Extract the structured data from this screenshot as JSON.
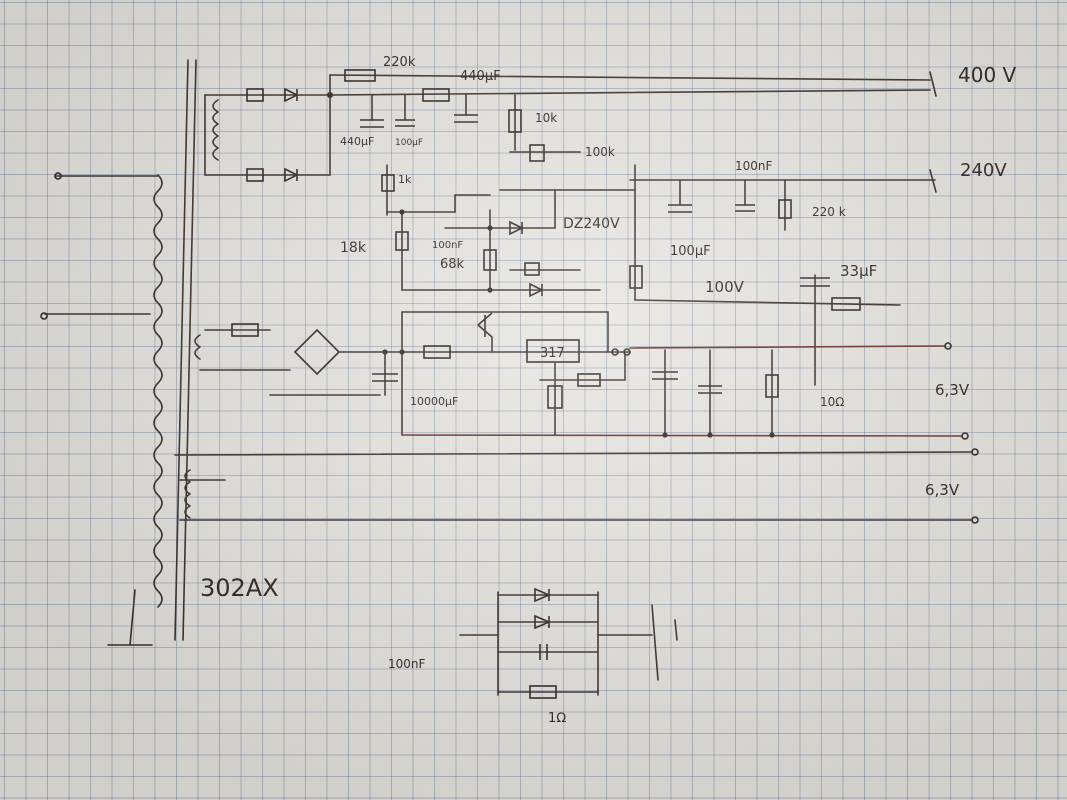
{
  "labels": {
    "top_resistor": "220k",
    "cap_440_top": "440µF",
    "cap_440_left": "440µF",
    "cap_100u": "100µF",
    "res_10k": "10k",
    "res_1k": "1k",
    "pot_100k": "100k",
    "v_400": "400 V",
    "v_240": "240V",
    "cap_100n_a": "100nF",
    "res_220k_b": "220 k",
    "cap_100u_b": "100µF",
    "res_18k": "18k",
    "cap_100n_b": "100nF",
    "res_68k": "68k",
    "zener": "DZ240V",
    "v_100": "100V",
    "cap_33u": "33µF",
    "reg_317": "317",
    "cap_10000u": "10000µF",
    "res_10ohm": "10Ω",
    "v_63_a": "6,3V",
    "v_63_b": "6,3V",
    "tube": "302AX",
    "cap_100n_c": "100nF",
    "res_1": "1Ω"
  }
}
